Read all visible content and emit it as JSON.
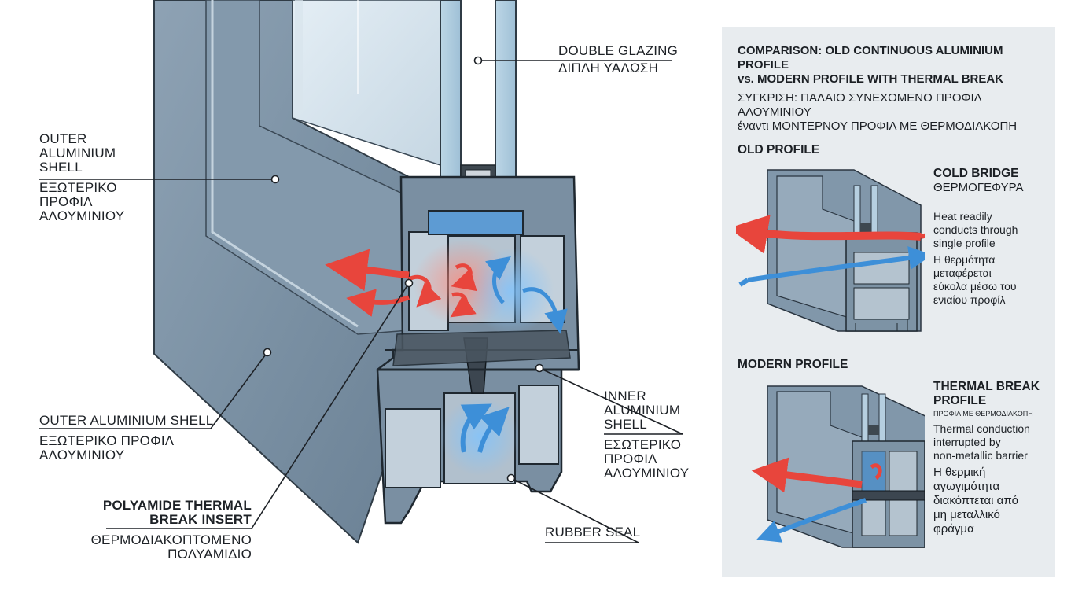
{
  "main": {
    "double_glazing": {
      "en": "DOUBLE GLAZING",
      "gr": "ΔΙΠΛΗ ΥΑΛΩΣΗ"
    },
    "outer_shell_top": {
      "en": [
        "OUTER",
        "ALUMINIUM",
        "SHELL"
      ],
      "gr": [
        "ΕΞΩΤΕΡΙΚΟ",
        "ΠΡΟΦΙΛ",
        "ΑΛΟΥΜΙΝΙΟΥ"
      ]
    },
    "outer_shell_bottom": {
      "en": "OUTER ALUMINIUM SHELL",
      "gr": [
        "ΕΞΩΤΕΡΙΚΟ ΠΡΟΦΙΛ",
        "ΑΛΟΥΜΙΝΙΟΥ"
      ]
    },
    "polyamide": {
      "en": [
        "POLYAMIDE THERMAL",
        "BREAK INSERT"
      ],
      "gr": [
        "ΘΕΡΜΟΔΙΑΚΟΠΤΟΜΕΝΟ",
        "ΠΟΛΥΑΜΙΔΙΟ"
      ]
    },
    "inner_shell": {
      "en": [
        "INNER",
        "ALUMINIUM",
        "SHELL"
      ],
      "gr": [
        "ΕΣΩΤΕΡΙΚΟ",
        "ΠΡΟΦΙΛ",
        "ΑΛΟΥΜΙΝΙΟΥ"
      ]
    },
    "rubber_seal": {
      "en": "RUBBER SEAL"
    }
  },
  "panel": {
    "title_en": [
      "COMPARISON: OLD CONTINUOUS ALUMINIUM PROFILE",
      "vs. MODERN PROFILE WITH THERMAL BREAK"
    ],
    "title_gr": [
      "ΣΥΓΚΡΙΣΗ: ΠΑΛΑΙΟ ΣΥΝΕΧΟΜΕΝΟ ΠΡΟΦΙΛ ΑΛΟΥΜΙΝΙΟΥ",
      "έναντι ΜΟΝΤΕΡΝΟΥ ΠΡΟΦΙΛ ΜΕ ΘΕΡΜΟΔΙΑΚΟΠΗ"
    ],
    "old": {
      "heading": "OLD PROFILE",
      "label_en": "COLD BRIDGE",
      "label_gr": "ΘΕΡΜΟΓΕΦΥΡΑ",
      "desc_en": [
        "Heat readily",
        "conducts through",
        "single profile"
      ],
      "desc_gr": [
        "Η θερμότητα",
        "μεταφέρεται",
        "εύκολα μέσω του",
        "ενιαίου προφίλ"
      ]
    },
    "modern": {
      "heading": "MODERN PROFILE",
      "label_en": [
        "THERMAL BREAK",
        "PROFILE"
      ],
      "label_gr": "ΠΡΟΦΙΛ ΜΕ ΘΕΡΜΟΔΙΑΚΟΠΗ",
      "desc_en": [
        "Thermal conduction",
        "interrupted by",
        "non-metallic barrier"
      ],
      "desc_gr": [
        "Η θερμική",
        "αγωγιμότητα",
        "διακόπτεται από",
        "μη μεταλλικό",
        "φράγμα"
      ]
    }
  },
  "colors": {
    "aluminium": "#7f95a8",
    "aluminium_dark": "#4d6273",
    "aluminium_light": "#b4c4d1",
    "panel_bg": "#e8ecef",
    "heat_red": "#e8453c",
    "cold_blue": "#3d8fd8",
    "polyamide": "#3c4650"
  },
  "icons": [
    "hot-flow-arrow-icon",
    "cold-flow-arrow-icon",
    "leader-dot-icon"
  ]
}
